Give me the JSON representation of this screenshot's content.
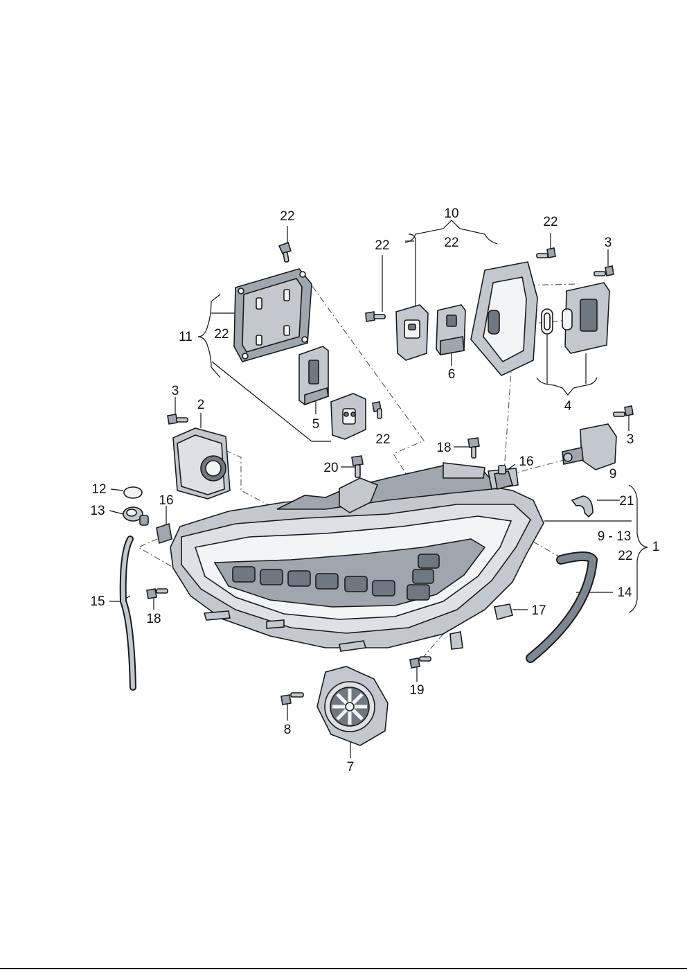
{
  "callouts": {
    "c22_top_left": "22",
    "c10": "10",
    "c22_bracket10": "22",
    "c22_left_screw": "22",
    "c22_top_right": "22",
    "c3_top_right": "3",
    "c11": "11",
    "c22_bracket11": "22",
    "c5": "5",
    "c22_mid": "22",
    "c6": "6",
    "c4": "4",
    "c3_left": "3",
    "c2": "2",
    "c18_top": "18",
    "c16_right": "16",
    "c3_right": "3",
    "c9": "9",
    "c20": "20",
    "c12": "12",
    "c13": "13",
    "c16_left": "16",
    "c21": "21",
    "c9_13": "9 - 13",
    "c1": "1",
    "c22_bracket1": "22",
    "c14": "14",
    "c15": "15",
    "c18_bottom": "18",
    "c17": "17",
    "c19": "19",
    "c8": "8",
    "c7": "7"
  },
  "colors": {
    "part_fill": "#c3c8ce",
    "part_dark": "#9fa6ae",
    "outline": "#1a1a1a"
  }
}
